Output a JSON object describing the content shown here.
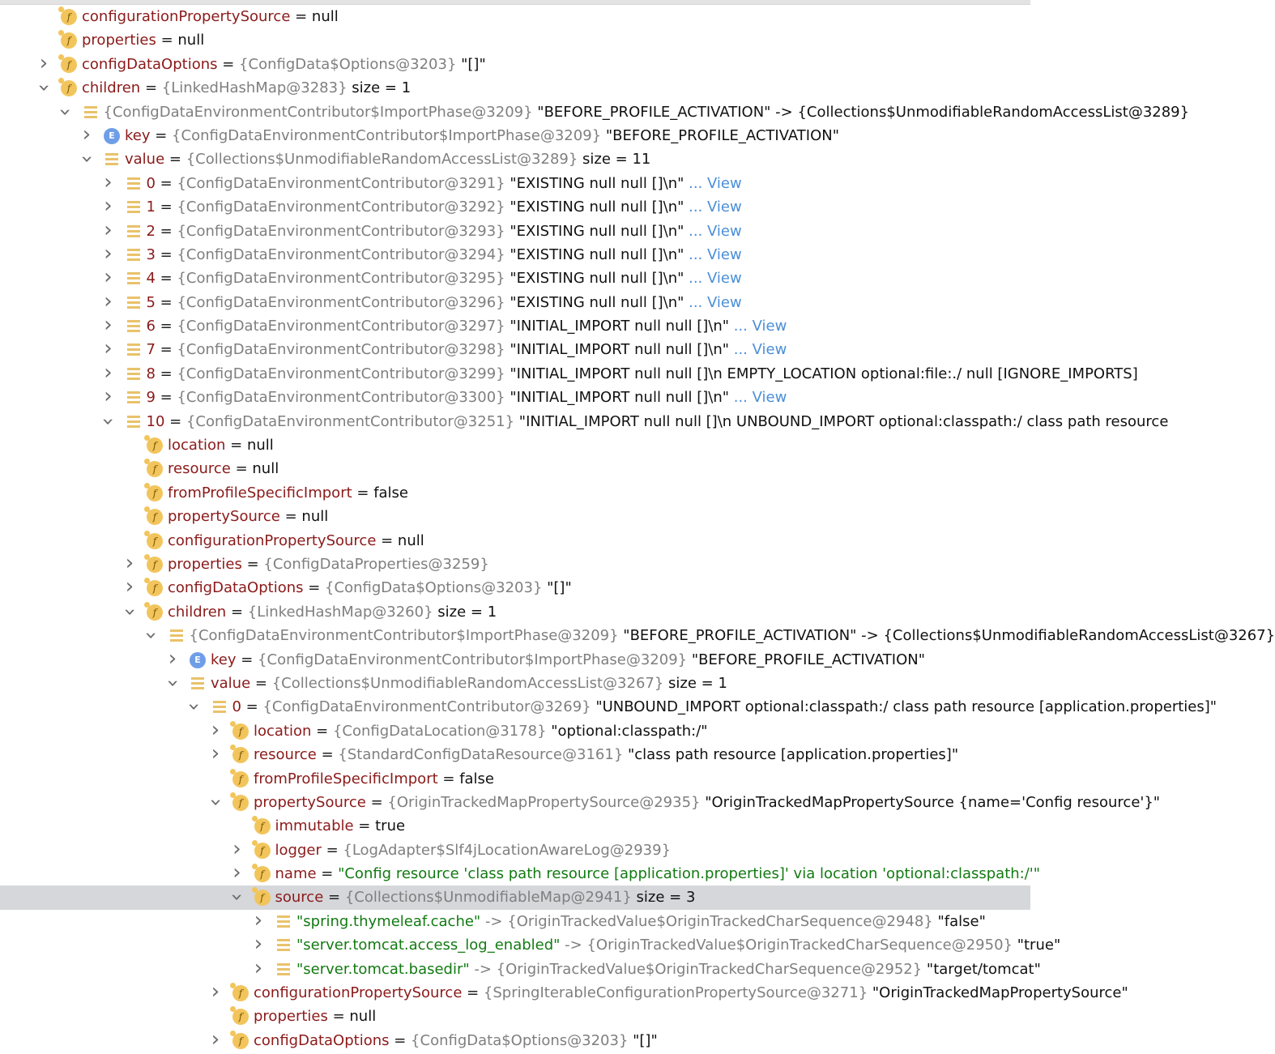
{
  "rows": [
    {
      "level": 0,
      "expand": "none",
      "icon": "field",
      "name": "configurationPropertySource",
      "rest": " = ",
      "val": "null",
      "ref": ""
    },
    {
      "level": 0,
      "expand": "none",
      "icon": "field",
      "name": "properties",
      "rest": " = ",
      "val": "null",
      "ref": ""
    },
    {
      "level": 0,
      "expand": "right",
      "icon": "field",
      "name": "configDataOptions",
      "rest": " = ",
      "ref": "{ConfigData$Options@3203}",
      "val": " \"[]\""
    },
    {
      "level": 0,
      "expand": "down",
      "icon": "field",
      "name": "children",
      "rest": " = ",
      "ref": "{LinkedHashMap@3283}",
      "val": "  size = 1"
    },
    {
      "level": 1,
      "expand": "down",
      "icon": "list",
      "name": "",
      "rest": "",
      "ref": "{ConfigDataEnvironmentContributor$ImportPhase@3209}",
      "val": " \"BEFORE_PROFILE_ACTIVATION\" -> {Collections$UnmodifiableRandomAccessList@3289}"
    },
    {
      "level": 2,
      "expand": "right",
      "icon": "enum",
      "name": "key",
      "rest": " = ",
      "ref": "{ConfigDataEnvironmentContributor$ImportPhase@3209}",
      "val": " \"BEFORE_PROFILE_ACTIVATION\""
    },
    {
      "level": 2,
      "expand": "down",
      "icon": "list",
      "name": "value",
      "rest": " = ",
      "ref": "{Collections$UnmodifiableRandomAccessList@3289}",
      "val": "  size = 11"
    },
    {
      "level": 3,
      "expand": "right",
      "icon": "list",
      "name": "0",
      "rest": " = ",
      "ref": "{ConfigDataEnvironmentContributor@3291}",
      "val": " \"EXISTING null null []\\n\"",
      "ell": " ...",
      "view": " View"
    },
    {
      "level": 3,
      "expand": "right",
      "icon": "list",
      "name": "1",
      "rest": " = ",
      "ref": "{ConfigDataEnvironmentContributor@3292}",
      "val": " \"EXISTING null null []\\n\"",
      "ell": " ...",
      "view": " View"
    },
    {
      "level": 3,
      "expand": "right",
      "icon": "list",
      "name": "2",
      "rest": " = ",
      "ref": "{ConfigDataEnvironmentContributor@3293}",
      "val": " \"EXISTING null null []\\n\"",
      "ell": " ...",
      "view": " View"
    },
    {
      "level": 3,
      "expand": "right",
      "icon": "list",
      "name": "3",
      "rest": " = ",
      "ref": "{ConfigDataEnvironmentContributor@3294}",
      "val": " \"EXISTING null null []\\n\"",
      "ell": " ...",
      "view": " View"
    },
    {
      "level": 3,
      "expand": "right",
      "icon": "list",
      "name": "4",
      "rest": " = ",
      "ref": "{ConfigDataEnvironmentContributor@3295}",
      "val": " \"EXISTING null null []\\n\"",
      "ell": " ...",
      "view": " View"
    },
    {
      "level": 3,
      "expand": "right",
      "icon": "list",
      "name": "5",
      "rest": " = ",
      "ref": "{ConfigDataEnvironmentContributor@3296}",
      "val": " \"EXISTING null null []\\n\"",
      "ell": " ...",
      "view": " View"
    },
    {
      "level": 3,
      "expand": "right",
      "icon": "list",
      "name": "6",
      "rest": " = ",
      "ref": "{ConfigDataEnvironmentContributor@3297}",
      "val": " \"INITIAL_IMPORT null null []\\n\"",
      "ell": " ...",
      "view": " View"
    },
    {
      "level": 3,
      "expand": "right",
      "icon": "list",
      "name": "7",
      "rest": " = ",
      "ref": "{ConfigDataEnvironmentContributor@3298}",
      "val": " \"INITIAL_IMPORT null null []\\n\"",
      "ell": " ...",
      "view": " View"
    },
    {
      "level": 3,
      "expand": "right",
      "icon": "list",
      "name": "8",
      "rest": " = ",
      "ref": "{ConfigDataEnvironmentContributor@3299}",
      "val": " \"INITIAL_IMPORT null null []\\n   EMPTY_LOCATION optional:file:./ null [IGNORE_IMPORTS]"
    },
    {
      "level": 3,
      "expand": "right",
      "icon": "list",
      "name": "9",
      "rest": " = ",
      "ref": "{ConfigDataEnvironmentContributor@3300}",
      "val": " \"INITIAL_IMPORT null null []\\n\"",
      "ell": " ...",
      "view": " View"
    },
    {
      "level": 3,
      "expand": "down",
      "icon": "list",
      "name": "10",
      "rest": " = ",
      "ref": "{ConfigDataEnvironmentContributor@3251}",
      "val": " \"INITIAL_IMPORT null null []\\n   UNBOUND_IMPORT optional:classpath:/ class path resource"
    },
    {
      "level": 4,
      "expand": "none",
      "icon": "field",
      "name": "location",
      "rest": " = ",
      "val": "null",
      "ref": ""
    },
    {
      "level": 4,
      "expand": "none",
      "icon": "field",
      "name": "resource",
      "rest": " = ",
      "val": "null",
      "ref": ""
    },
    {
      "level": 4,
      "expand": "none",
      "icon": "field",
      "name": "fromProfileSpecificImport",
      "rest": " = ",
      "val": "false",
      "ref": ""
    },
    {
      "level": 4,
      "expand": "none",
      "icon": "field",
      "name": "propertySource",
      "rest": " = ",
      "val": "null",
      "ref": ""
    },
    {
      "level": 4,
      "expand": "none",
      "icon": "field",
      "name": "configurationPropertySource",
      "rest": " = ",
      "val": "null",
      "ref": ""
    },
    {
      "level": 4,
      "expand": "right",
      "icon": "field",
      "name": "properties",
      "rest": " = ",
      "ref": "{ConfigDataProperties@3259}",
      "val": ""
    },
    {
      "level": 4,
      "expand": "right",
      "icon": "field",
      "name": "configDataOptions",
      "rest": " = ",
      "ref": "{ConfigData$Options@3203}",
      "val": " \"[]\""
    },
    {
      "level": 4,
      "expand": "down",
      "icon": "field",
      "name": "children",
      "rest": " = ",
      "ref": "{LinkedHashMap@3260}",
      "val": "  size = 1"
    },
    {
      "level": 5,
      "expand": "down",
      "icon": "list",
      "name": "",
      "rest": "",
      "ref": "{ConfigDataEnvironmentContributor$ImportPhase@3209}",
      "val": " \"BEFORE_PROFILE_ACTIVATION\" -> {Collections$UnmodifiableRandomAccessList@3267}"
    },
    {
      "level": 6,
      "expand": "right",
      "icon": "enum",
      "name": "key",
      "rest": " = ",
      "ref": "{ConfigDataEnvironmentContributor$ImportPhase@3209}",
      "val": " \"BEFORE_PROFILE_ACTIVATION\""
    },
    {
      "level": 6,
      "expand": "down",
      "icon": "list",
      "name": "value",
      "rest": " = ",
      "ref": "{Collections$UnmodifiableRandomAccessList@3267}",
      "val": "  size = 1"
    },
    {
      "level": 7,
      "expand": "down",
      "icon": "list",
      "name": "0",
      "rest": " = ",
      "ref": "{ConfigDataEnvironmentContributor@3269}",
      "val": " \"UNBOUND_IMPORT optional:classpath:/ class path resource [application.properties]\""
    },
    {
      "level": 8,
      "expand": "right",
      "icon": "field",
      "name": "location",
      "rest": " = ",
      "ref": "{ConfigDataLocation@3178}",
      "val": " \"optional:classpath:/\""
    },
    {
      "level": 8,
      "expand": "right",
      "icon": "field",
      "name": "resource",
      "rest": " = ",
      "ref": "{StandardConfigDataResource@3161}",
      "val": " \"class path resource [application.properties]\""
    },
    {
      "level": 8,
      "expand": "none",
      "icon": "field",
      "name": "fromProfileSpecificImport",
      "rest": " = ",
      "val": "false",
      "ref": ""
    },
    {
      "level": 8,
      "expand": "down",
      "icon": "field",
      "name": "propertySource",
      "rest": " = ",
      "ref": "{OriginTrackedMapPropertySource@2935}",
      "val": " \"OriginTrackedMapPropertySource {name='Config resource'}\""
    },
    {
      "level": 9,
      "expand": "none",
      "icon": "field",
      "name": "immutable",
      "rest": " = ",
      "val": "true",
      "ref": ""
    },
    {
      "level": 9,
      "expand": "right",
      "icon": "field",
      "name": "logger",
      "rest": " = ",
      "ref": "{LogAdapter$Slf4jLocationAwareLog@2939}",
      "val": ""
    },
    {
      "level": 9,
      "expand": "right",
      "icon": "field",
      "name": "name",
      "rest": " = ",
      "ref": "",
      "val": "",
      "str": "\"Config resource 'class path resource [application.properties]' via location 'optional:classpath:/'\""
    },
    {
      "level": 9,
      "expand": "down",
      "icon": "field",
      "name": "source",
      "rest": " = ",
      "ref": "{Collections$UnmodifiableMap@2941}",
      "val": "  size = 3",
      "selected": true
    },
    {
      "level": 10,
      "expand": "right",
      "icon": "list",
      "name": "",
      "rest": "",
      "ref": "",
      "str": "\"spring.thymeleaf.cache\"",
      "ref2": " -> {OriginTrackedValue$OriginTrackedCharSequence@2948}",
      "val": " \"false\""
    },
    {
      "level": 10,
      "expand": "right",
      "icon": "list",
      "name": "",
      "rest": "",
      "ref": "",
      "str": "\"server.tomcat.access_log_enabled\"",
      "ref2": " -> {OriginTrackedValue$OriginTrackedCharSequence@2950}",
      "val": " \"true\""
    },
    {
      "level": 10,
      "expand": "right",
      "icon": "list",
      "name": "",
      "rest": "",
      "ref": "",
      "str": "\"server.tomcat.basedir\"",
      "ref2": " -> {OriginTrackedValue$OriginTrackedCharSequence@2952}",
      "val": " \"target/tomcat\""
    },
    {
      "level": 8,
      "expand": "right",
      "icon": "field",
      "name": "configurationPropertySource",
      "rest": " = ",
      "ref": "{SpringIterableConfigurationPropertySource@3271}",
      "val": " \"OriginTrackedMapPropertySource\""
    },
    {
      "level": 8,
      "expand": "none",
      "icon": "field",
      "name": "properties",
      "rest": " = ",
      "val": "null",
      "ref": ""
    },
    {
      "level": 8,
      "expand": "right",
      "icon": "field",
      "name": "configDataOptions",
      "rest": " = ",
      "ref": "{ConfigData$Options@3203}",
      "val": " \"[]\""
    }
  ]
}
